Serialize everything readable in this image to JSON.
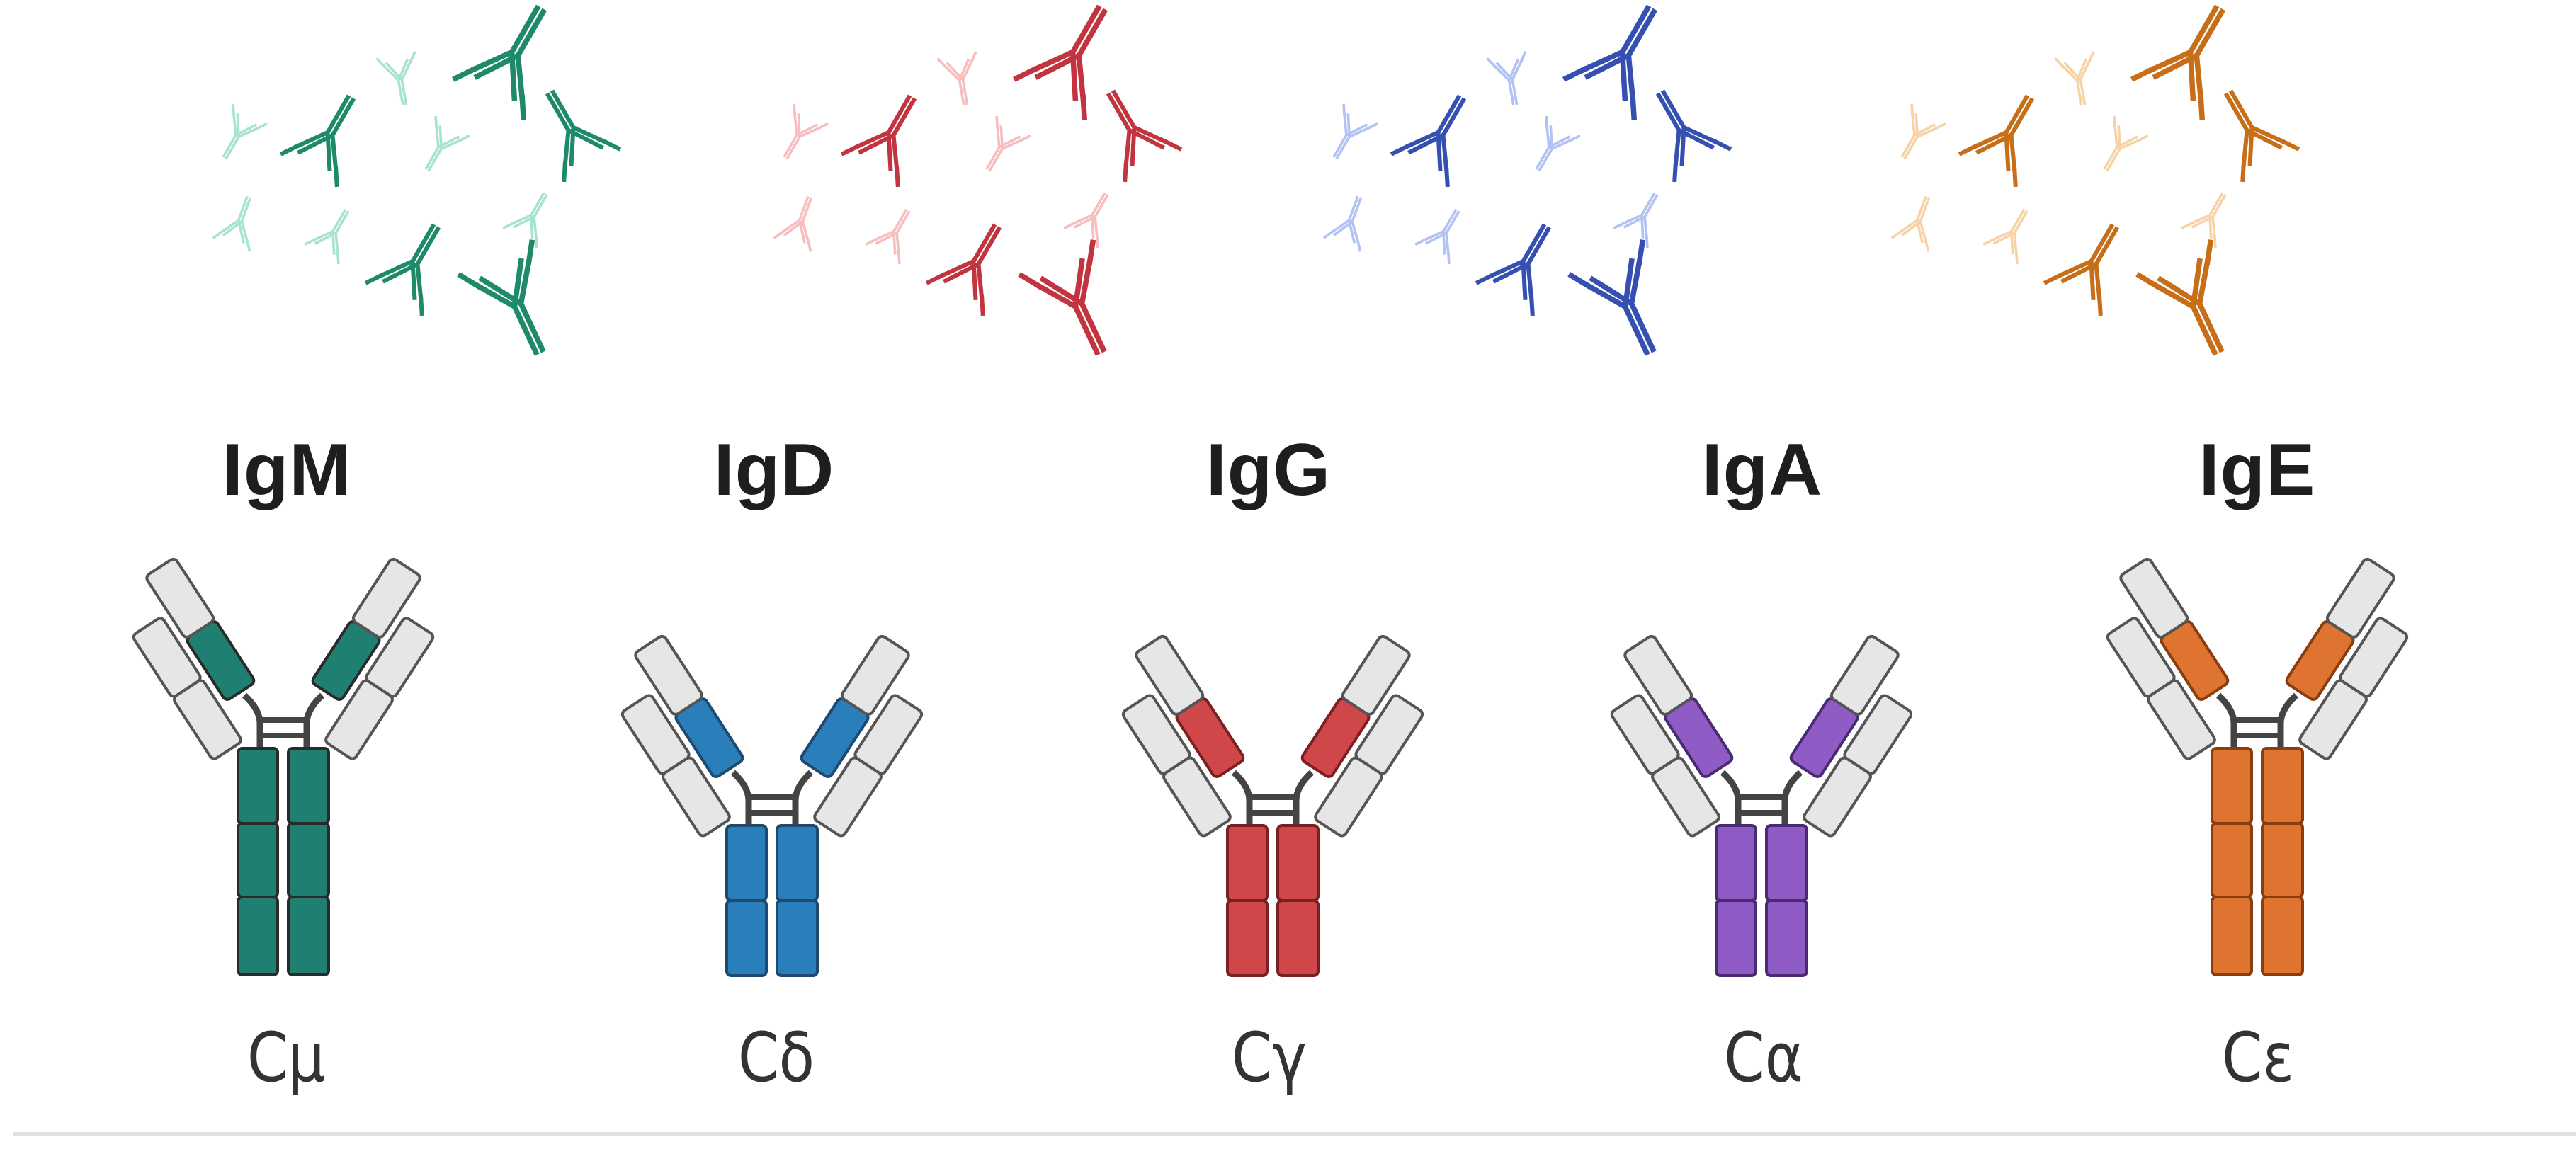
{
  "figure": {
    "description": "Antibody isotypes and their heavy-chain constant regions",
    "divider_color": "#e0e0e0",
    "light_chain_fill": "#e6e6e6",
    "outline_color": "#555555",
    "hinge_color": "#444444"
  },
  "isotypes": [
    {
      "name": "IgM",
      "constant_region": "Cμ",
      "color": "#1f7f70",
      "heavy_constant_domains": 3,
      "mini_color": "#1e8a6a",
      "mini_light": "#9fe0c8"
    },
    {
      "name": "IgD",
      "constant_region": "Cδ",
      "color": "#2a7fbb",
      "heavy_constant_domains": 2
    },
    {
      "name": "IgG",
      "constant_region": "Cγ",
      "color": "#d0474a",
      "heavy_constant_domains": 2
    },
    {
      "name": "IgA",
      "constant_region": "Cα",
      "color": "#8e5cc4",
      "heavy_constant_domains": 2
    },
    {
      "name": "IgE",
      "constant_region": "Cε",
      "color": "#de7430",
      "heavy_constant_domains": 3
    }
  ],
  "clusters": [
    {
      "name": "green-cluster",
      "color": "#1e8a6a",
      "light": "#9fe0c8"
    },
    {
      "name": "red-cluster",
      "color": "#c23440",
      "light": "#f6b7b7"
    },
    {
      "name": "blue-cluster",
      "color": "#3550b0",
      "light": "#a9bcf2"
    },
    {
      "name": "orange-cluster",
      "color": "#c66e18",
      "light": "#f6cf9e"
    }
  ]
}
